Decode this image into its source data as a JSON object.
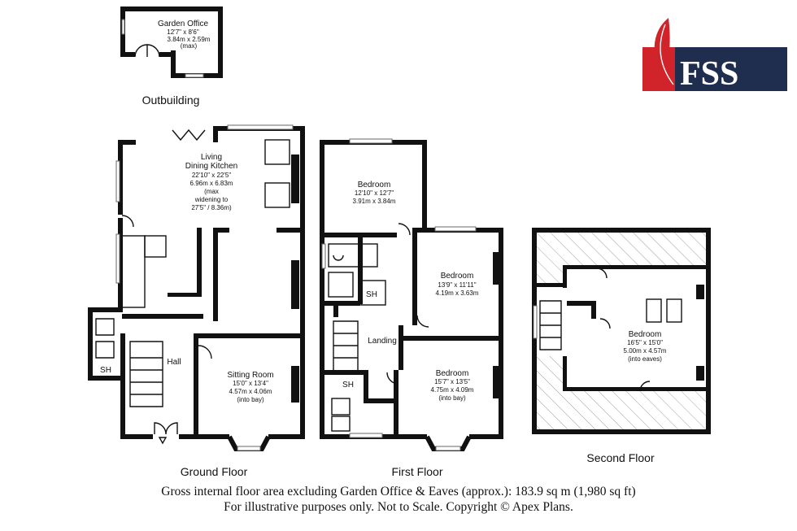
{
  "brand": {
    "name": "FSS",
    "navy": "#1f2d4e",
    "red": "#d1232a"
  },
  "outbuilding": {
    "label": "Outbuilding",
    "garden_office": {
      "name": "Garden Office",
      "imperial": "12'7\" x 8'6\"",
      "metric": "3.84m x 2.59m",
      "note": "(max)"
    }
  },
  "ground_floor": {
    "label": "Ground Floor",
    "living": {
      "line1": "Living",
      "line2": "Dining Kitchen",
      "imperial": "22'10\" x 22'5\"",
      "metric": "6.96m x 6.83m",
      "note1": "(max",
      "note2": "widening to",
      "note3": "27'5\" / 8.36m)"
    },
    "hall": "Hall",
    "sh": "SH",
    "sitting": {
      "name": "Sitting Room",
      "imperial": "15'0\" x 13'4\"",
      "metric": "4.57m x 4.06m",
      "note": "(into bay)"
    }
  },
  "first_floor": {
    "label": "First Floor",
    "bedroom_rear": {
      "name": "Bedroom",
      "imperial": "12'10\" x 12'7\"",
      "metric": "3.91m x 3.84m"
    },
    "bedroom_mid": {
      "name": "Bedroom",
      "imperial": "13'9\" x 11'11\"",
      "metric": "4.19m x 3.63m"
    },
    "bedroom_front": {
      "name": "Bedroom",
      "imperial": "15'7\" x 13'5\"",
      "metric": "4.75m x 4.09m",
      "note": "(into bay)"
    },
    "landing": "Landing",
    "sh_top": "SH",
    "sh_bottom": "SH"
  },
  "second_floor": {
    "label": "Second Floor",
    "bedroom": {
      "name": "Bedroom",
      "imperial": "16'5\" x 15'0\"",
      "metric": "5.00m x 4.57m",
      "note": "(into eaves)"
    }
  },
  "footer": {
    "line1": "Gross internal floor area excluding Garden Office & Eaves (approx.): 183.9 sq m (1,980 sq ft)",
    "line2": "For illustrative purposes only. Not to Scale. Copyright © Apex Plans."
  }
}
